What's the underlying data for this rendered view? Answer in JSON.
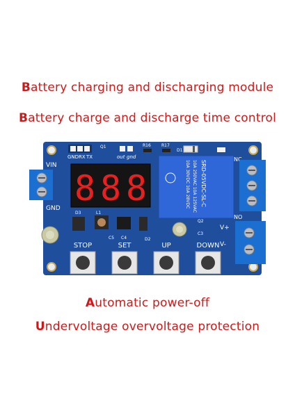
{
  "captions": {
    "line1": {
      "first": "B",
      "rest": "attery charging and discharging module"
    },
    "line2": {
      "first": "B",
      "rest": "attery charge and discharge time control"
    },
    "line3": {
      "first": "A",
      "rest": "utomatic power-off"
    },
    "line4": {
      "first": "U",
      "rest": "ndervoltage overvoltage protection"
    }
  },
  "board": {
    "header_labels": {
      "gnd": "GND",
      "rx": "RX",
      "tx": "TX",
      "out": "out",
      "gnd2": "gnd"
    },
    "vin_label": "VIN",
    "gnd_label": "GND",
    "nc_label": "NC",
    "no_label": "NO",
    "vplus_label": "V+",
    "vminus_label": "V-",
    "display_digits": [
      "8",
      "8",
      "8"
    ],
    "relay_text": {
      "model": "SRD-05VDC-SL-C",
      "rating1": "10A 250VAC  10A 125VAC",
      "rating2": "10A 30VDC  10A 28VDC"
    },
    "components": {
      "q1": "Q1",
      "r16": "R16",
      "r17": "R17",
      "d1": "D1",
      "d3": "D3",
      "l1": "L1",
      "c4": "C4",
      "c5": "C5",
      "d2": "D2",
      "q2": "Q2",
      "c3": "C3"
    },
    "buttons": [
      "STOP",
      "SET",
      "UP",
      "DOWN"
    ]
  },
  "colors": {
    "caption": "#d01818",
    "pcb": "#1f4f9c",
    "terminal": "#1a6fd0",
    "relay": "#2f66d8",
    "display": "#e82020"
  }
}
